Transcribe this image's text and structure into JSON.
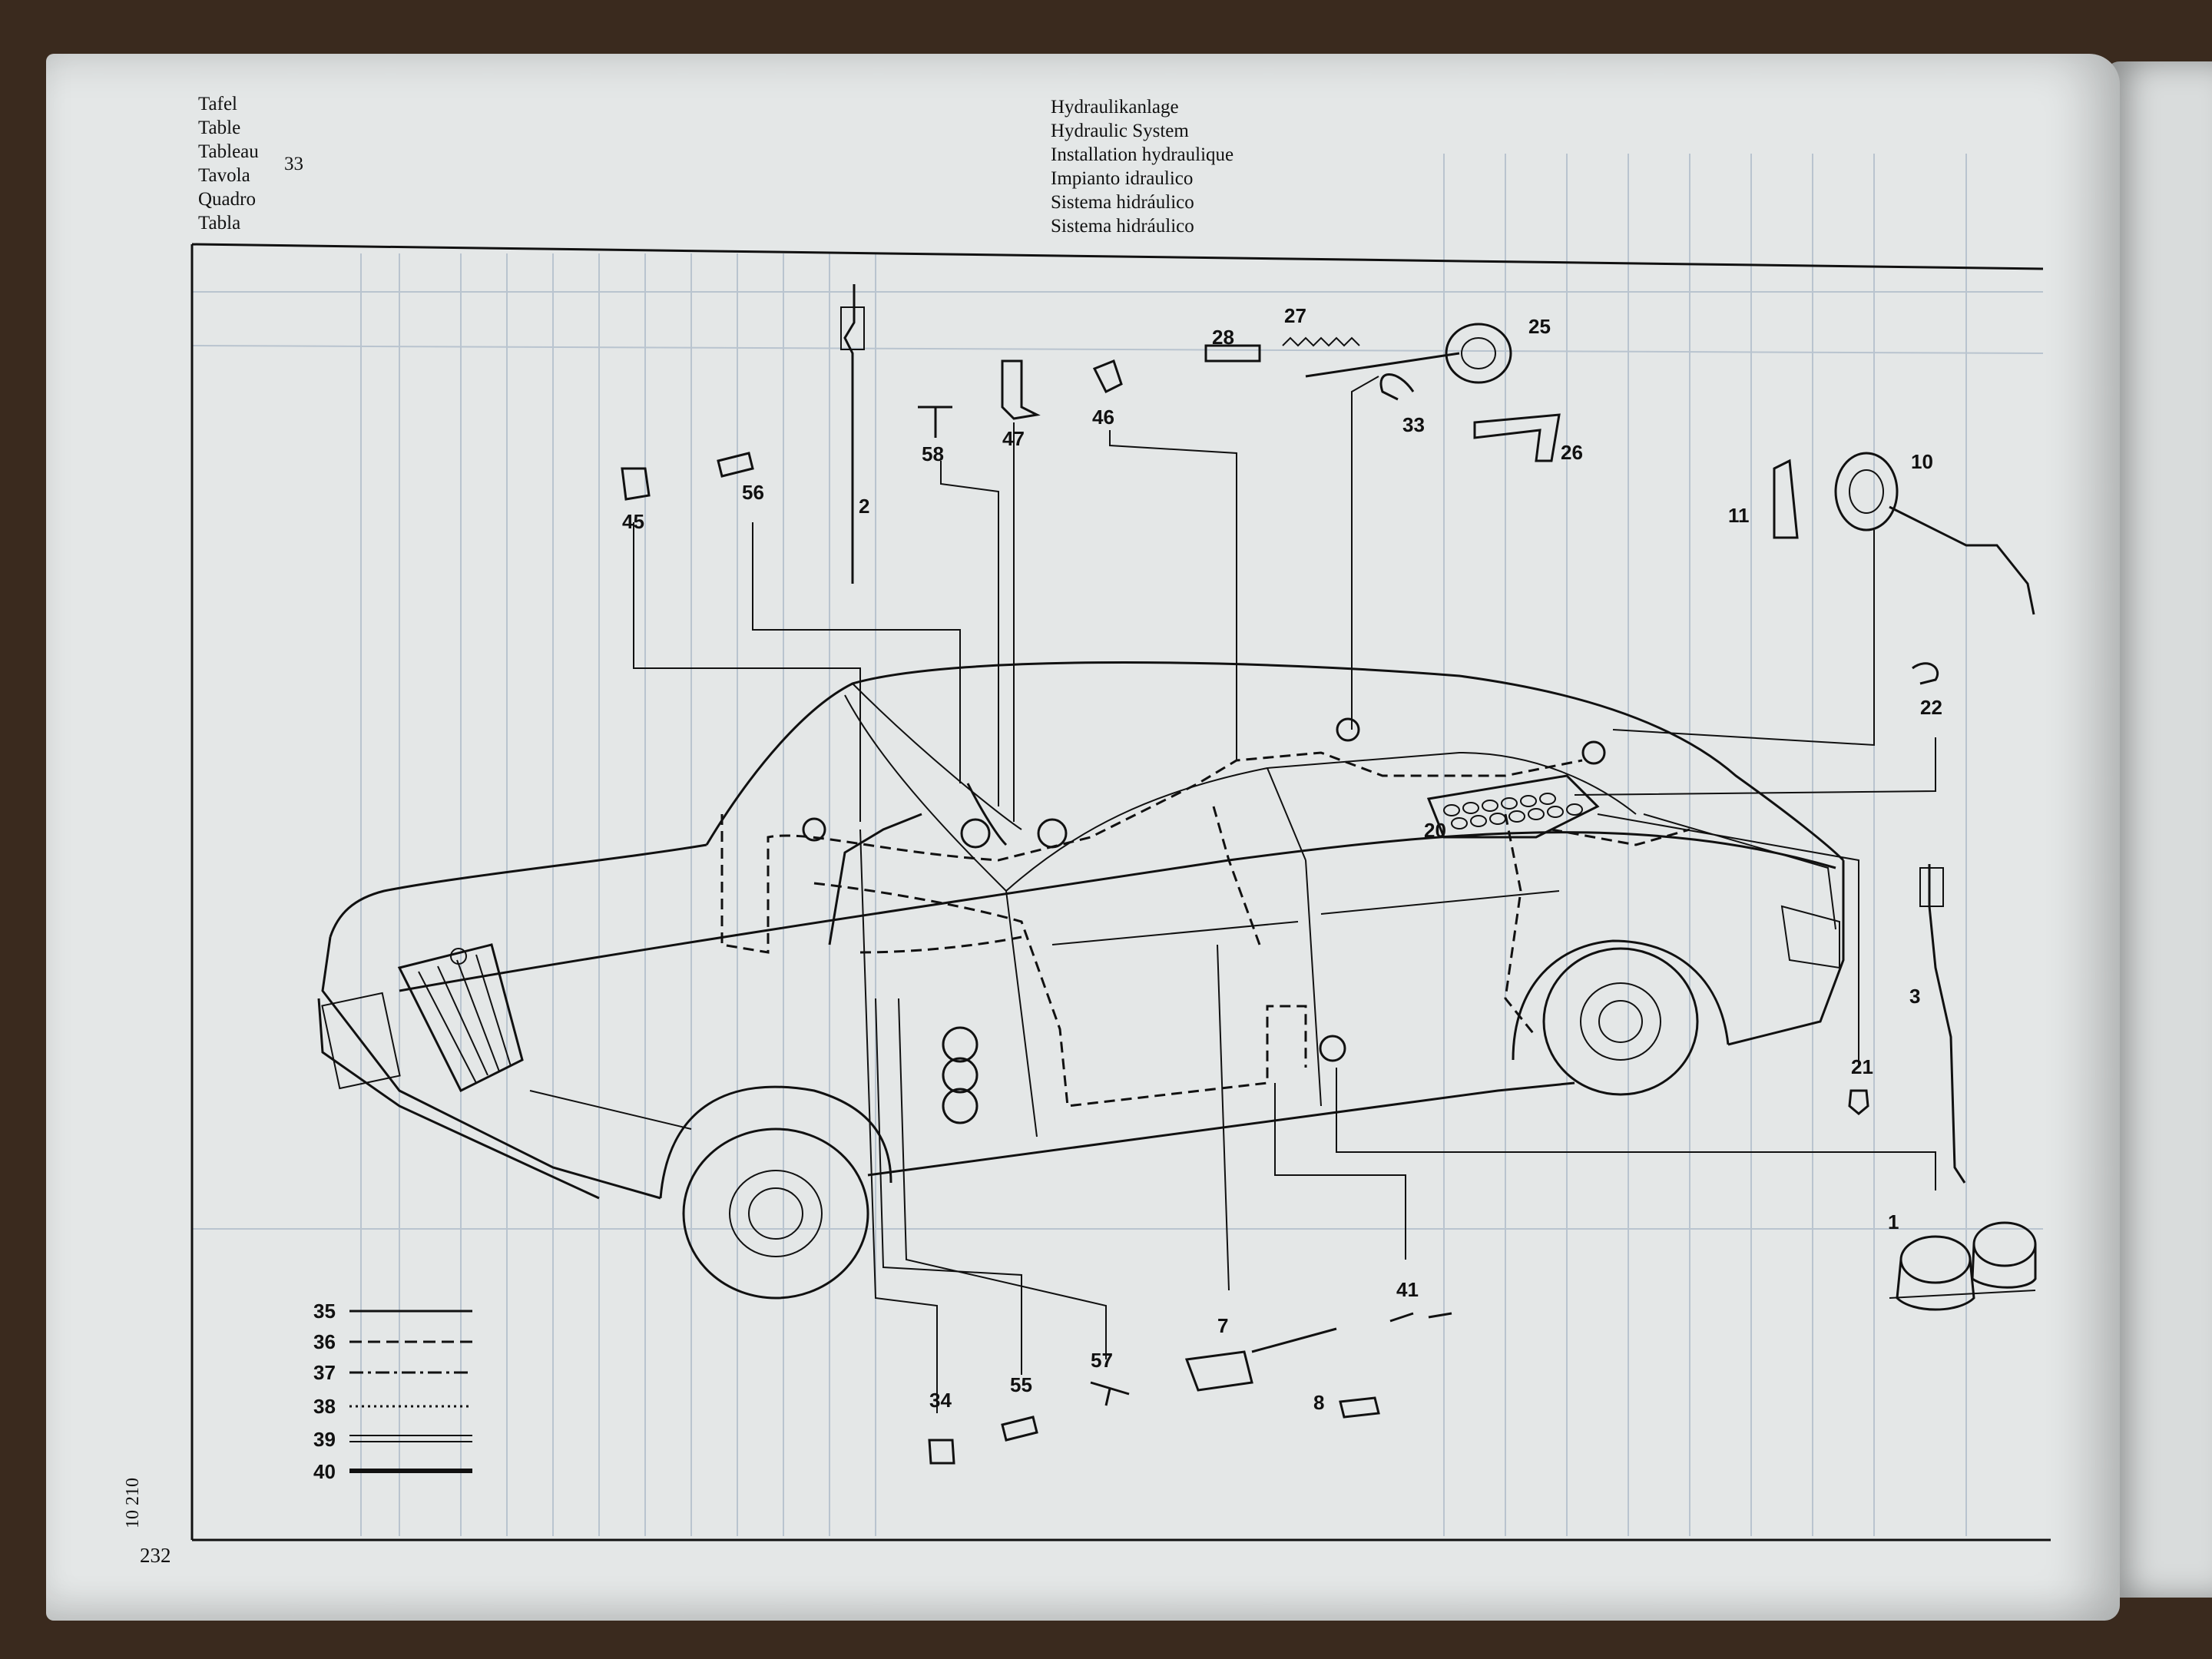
{
  "header": {
    "left_labels": [
      "Tafel",
      "Table",
      "Tableau",
      "Tavola",
      "Quadro",
      "Tabla"
    ],
    "table_number": "33",
    "right_labels": [
      "Hydraulikanlage",
      "Hydraulic System",
      "Installation hydraulique",
      "Impianto idraulico",
      "Sistema hidráulico",
      "Sistema hidráulico"
    ]
  },
  "page_number": "232",
  "side_code": "10 210",
  "callouts": [
    "1",
    "2",
    "3",
    "7",
    "8",
    "10",
    "11",
    "20",
    "21",
    "22",
    "25",
    "26",
    "27",
    "28",
    "33",
    "34",
    "41",
    "45",
    "46",
    "47",
    "55",
    "56",
    "57",
    "58"
  ],
  "legend": [
    {
      "label": "35",
      "style": "solid"
    },
    {
      "label": "36",
      "style": "dashed"
    },
    {
      "label": "37",
      "style": "dash-dot"
    },
    {
      "label": "38",
      "style": "dotted"
    },
    {
      "label": "39",
      "style": "double"
    },
    {
      "label": "40",
      "style": "heavy"
    }
  ]
}
